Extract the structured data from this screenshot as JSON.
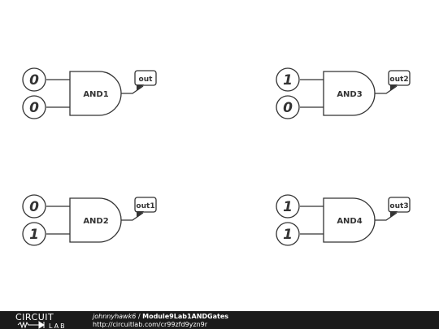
{
  "gates": [
    {
      "label": "AND1",
      "output_label": "out",
      "inputs": [
        "0",
        "0"
      ]
    },
    {
      "label": "AND3",
      "output_label": "out2",
      "inputs": [
        "1",
        "0"
      ]
    },
    {
      "label": "AND2",
      "output_label": "out1",
      "inputs": [
        "0",
        "1"
      ]
    },
    {
      "label": "AND4",
      "output_label": "out3",
      "inputs": [
        "1",
        "1"
      ]
    }
  ],
  "footer": {
    "logo_top": "CIRCUIT",
    "logo_bottom": "LAB",
    "author": "johnnyhawk6",
    "separator": "/",
    "title": "Module9Lab1ANDGates",
    "url": "http://circuitlab.com/cr99zfd9yzn9r"
  },
  "colors": {
    "stroke": "#333333",
    "background": "#ffffff",
    "footer_bg": "#1b1b1b",
    "footer_text": "#ffffff"
  }
}
